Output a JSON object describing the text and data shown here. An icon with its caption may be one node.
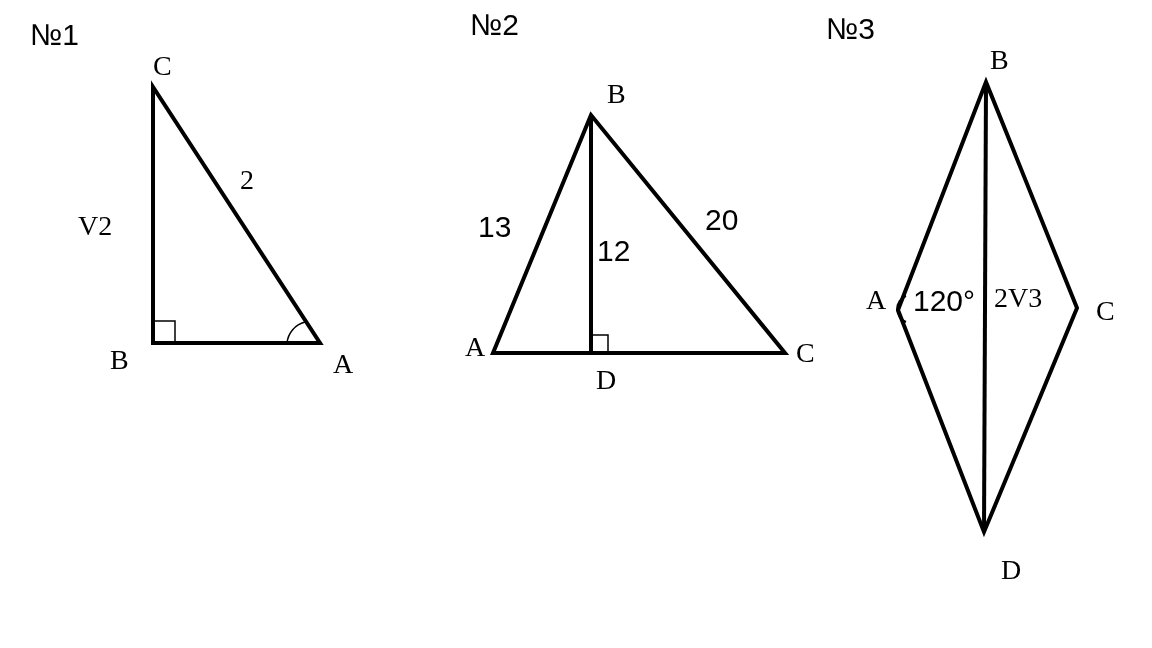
{
  "diagram": {
    "labels": [
      "№1",
      "C",
      "V2",
      "2",
      "B",
      "A",
      "№2",
      "B",
      "13",
      "12",
      "20",
      "A",
      "D",
      "C",
      "№3",
      "B",
      "A",
      "120°",
      "2V3",
      "C",
      "D"
    ]
  }
}
